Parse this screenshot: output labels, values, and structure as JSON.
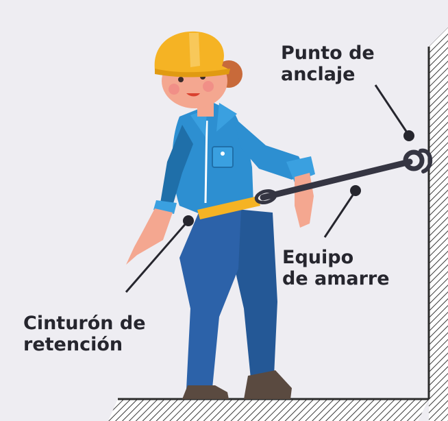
{
  "labels": {
    "anchor_point": [
      "Punto de",
      "anclaje"
    ],
    "lanyard": [
      "Equipo",
      "de amarre"
    ],
    "belt": [
      "Cinturón de",
      "retención"
    ]
  },
  "colors": {
    "background": "#eeedf2",
    "wall": "#ffffff",
    "hatch": "#3a3a3a",
    "uniform": "#2d8fd1",
    "uniform_dark": "#1f6fa9",
    "pants": "#2c62a9",
    "helmet": "#f5b324",
    "belt": "#f5b324",
    "lanyard": "#353542",
    "skin": "#f4a790",
    "hair": "#c86a3a",
    "boots": "#5a4a40",
    "text": "#26262e"
  },
  "icons": [
    "helmet-icon",
    "anchor-hook-icon",
    "lanyard-hook-icon"
  ]
}
